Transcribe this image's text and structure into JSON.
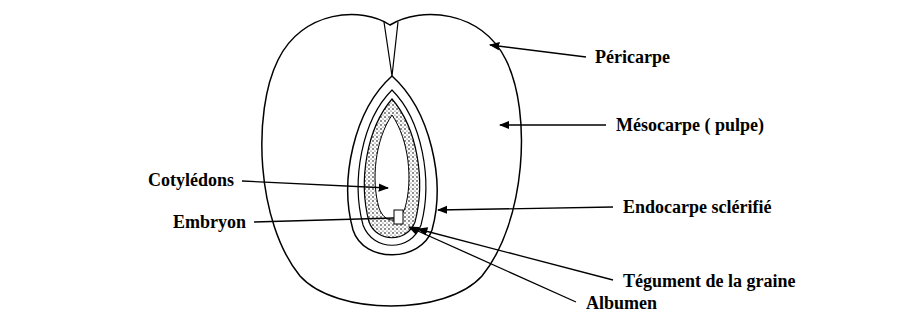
{
  "diagram": {
    "labels": [
      "Péricarpe",
      "Mésocarpe ( pulpe)",
      "Cotylédons",
      "Endocarpe sclérifié",
      "Embryon",
      "Tégument de la graine",
      "Albumen"
    ]
  }
}
